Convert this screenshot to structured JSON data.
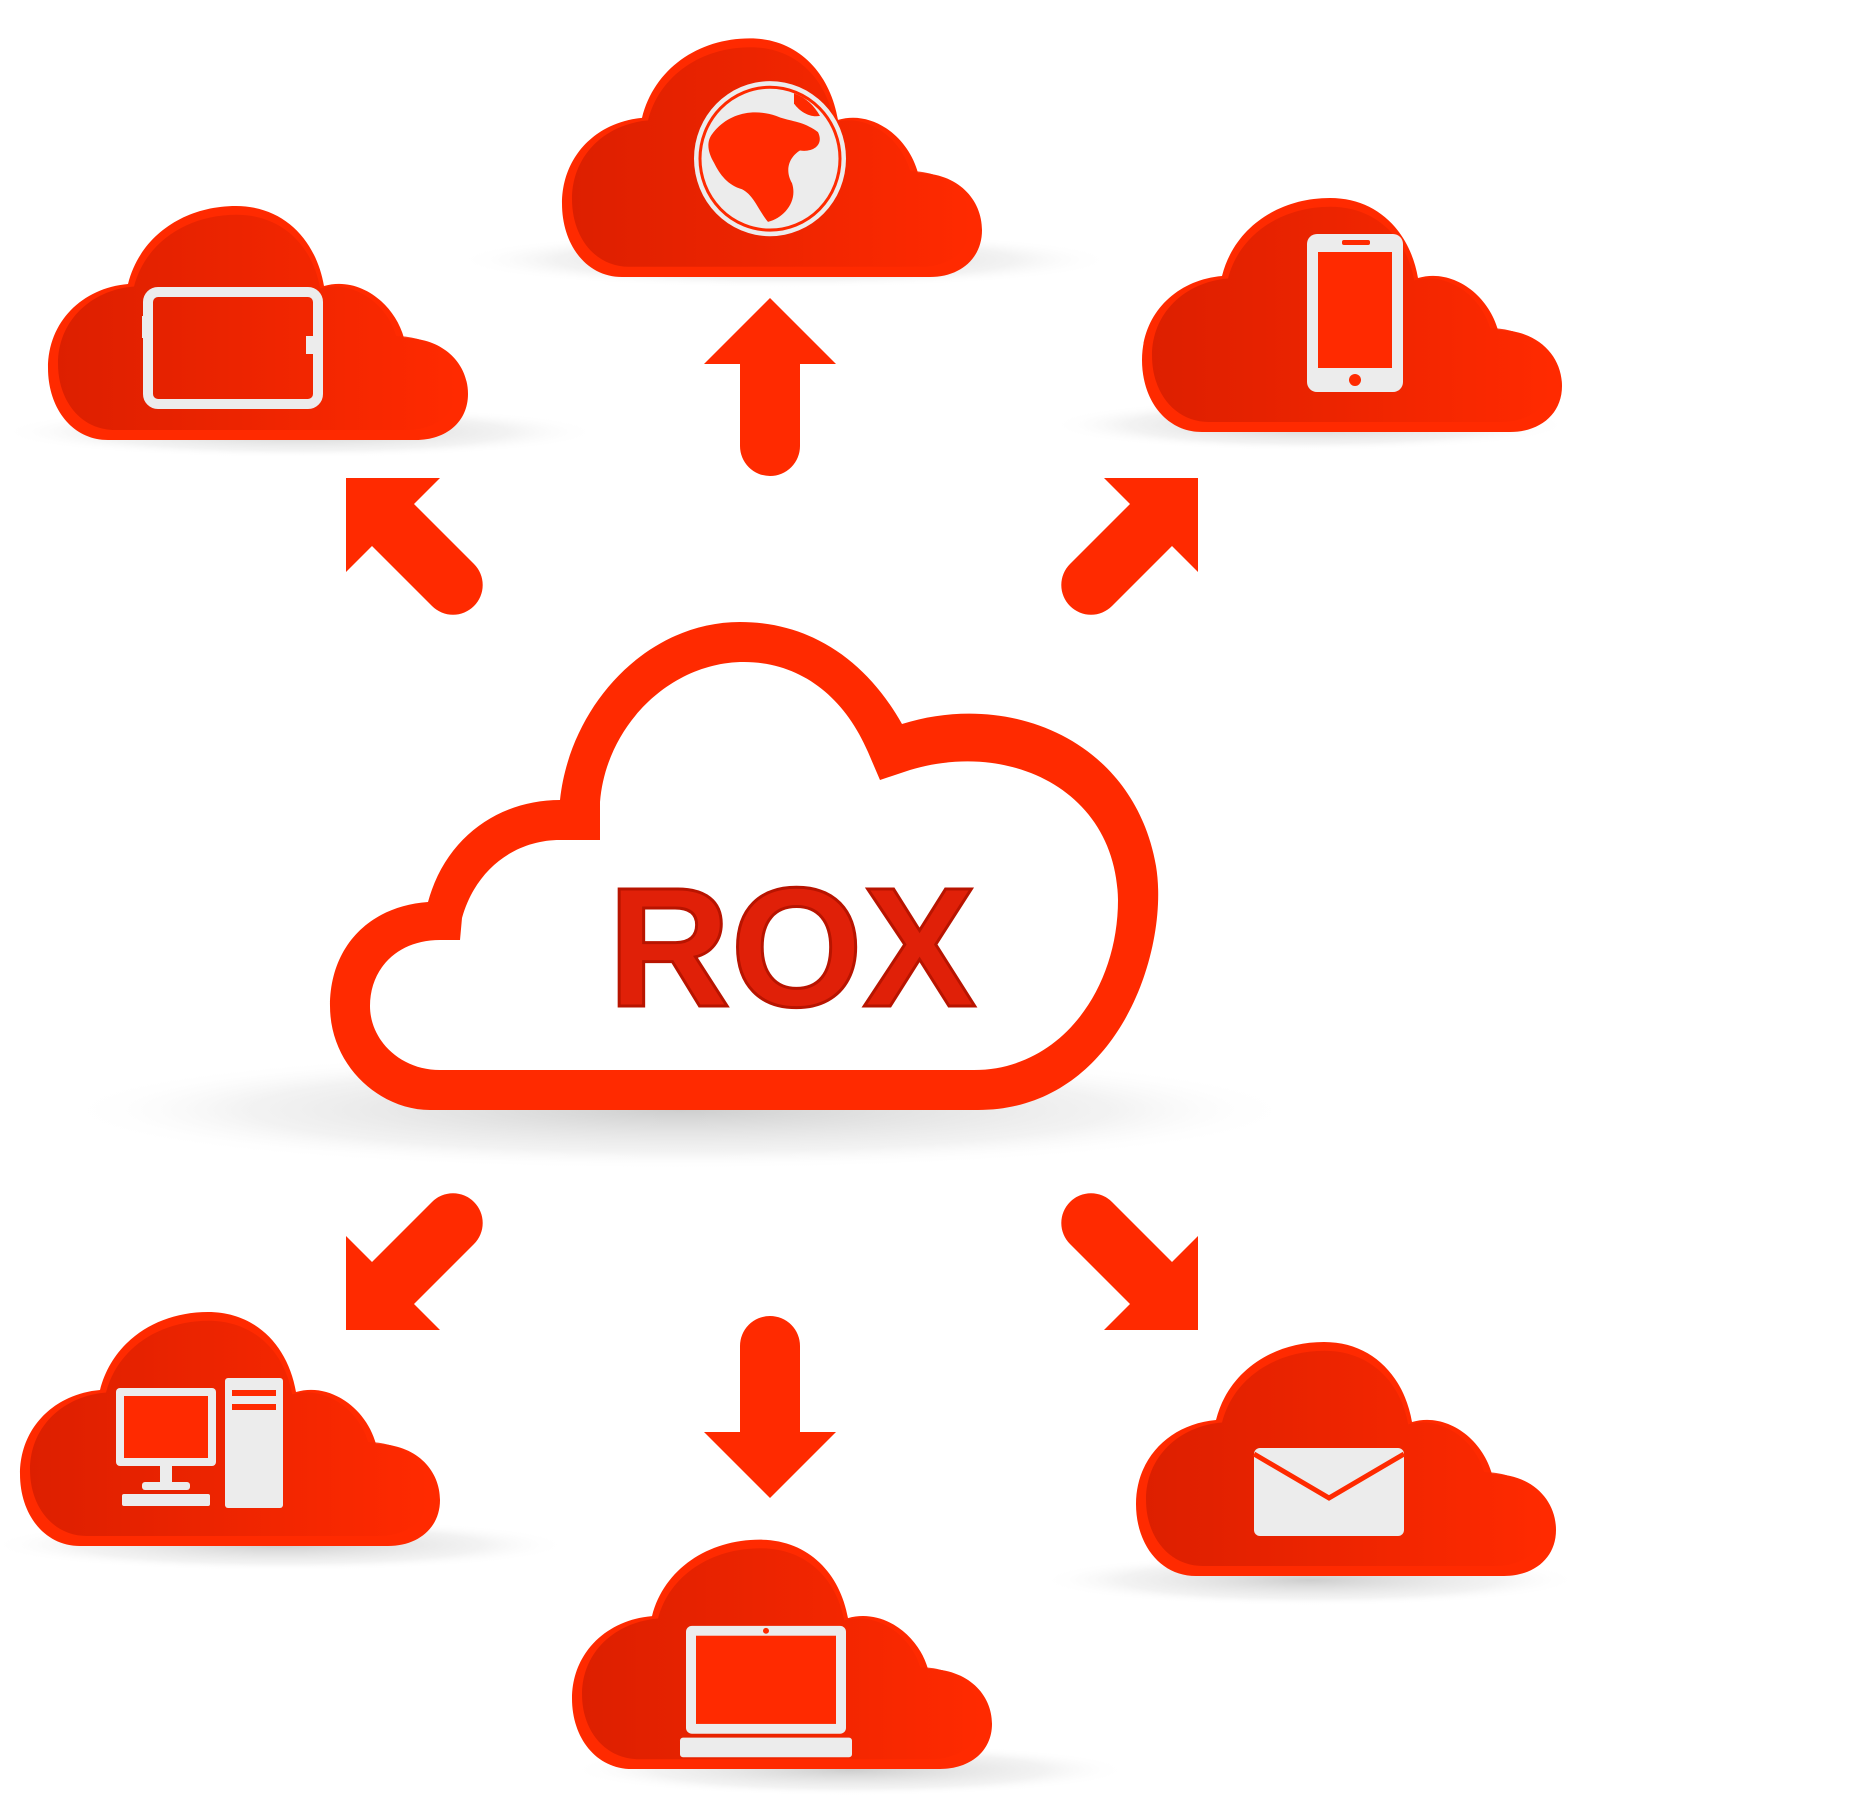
{
  "center": {
    "label": "ROX",
    "icon": "cloud-outline"
  },
  "satellites": [
    {
      "id": "tablet",
      "icon": "tablet-icon"
    },
    {
      "id": "globe",
      "icon": "globe-icon"
    },
    {
      "id": "phone",
      "icon": "smartphone-icon"
    },
    {
      "id": "desktop",
      "icon": "desktop-computer-icon"
    },
    {
      "id": "laptop",
      "icon": "laptop-icon"
    },
    {
      "id": "email",
      "icon": "envelope-icon"
    }
  ],
  "arrows": [
    {
      "direction": "up-left"
    },
    {
      "direction": "up"
    },
    {
      "direction": "up-right"
    },
    {
      "direction": "down-left"
    },
    {
      "direction": "down"
    },
    {
      "direction": "down-right"
    }
  ],
  "colors": {
    "cloud_fill": "#ff2a00",
    "cloud_dark": "#d81e00",
    "icon": "#ececec",
    "label": "#e02008",
    "shadow": "#cfcfcf"
  }
}
